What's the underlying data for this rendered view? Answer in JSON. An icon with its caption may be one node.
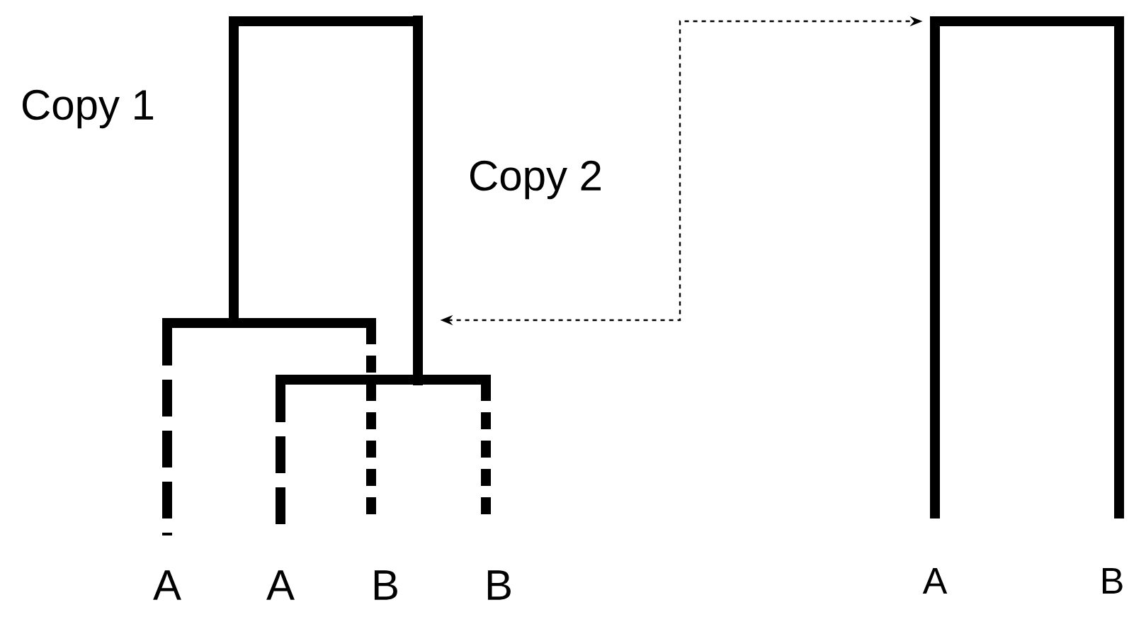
{
  "diagram": {
    "nodes": [
      {
        "text": [],
        "shape": "bar"
      },
      {
        "text": [],
        "shape": "bar"
      }
    ],
    "edges": [
      {
        "from": 0,
        "to": 1,
        "arrow": "both",
        "style": "dashed"
      }
    ],
    "labels": [
      "Copy 1",
      "Copy 2",
      "A",
      "A",
      "B",
      "B",
      "A",
      "B"
    ]
  }
}
